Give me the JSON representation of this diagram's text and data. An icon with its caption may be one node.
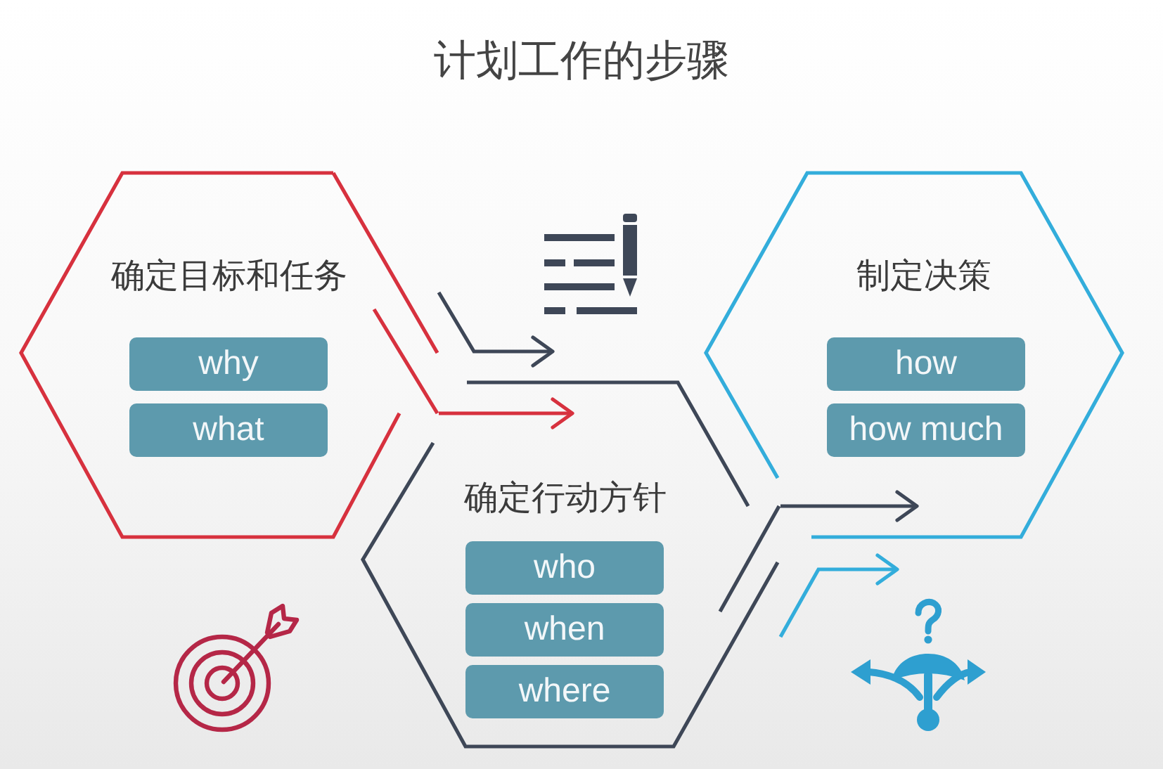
{
  "diagram": {
    "title": "计划工作的步骤",
    "nodes": [
      {
        "text": [
          "确定目标和任务"
        ]
      },
      {
        "text": [
          "why"
        ],
        "in": 0
      },
      {
        "text": [
          "what"
        ],
        "in": 0
      },
      {
        "text": [
          "确定行动方针"
        ]
      },
      {
        "text": [
          "who"
        ],
        "in": 3
      },
      {
        "text": [
          "when"
        ],
        "in": 3
      },
      {
        "text": [
          "where"
        ],
        "in": 3
      },
      {
        "text": [
          "制定决策"
        ]
      },
      {
        "text": [
          "how"
        ],
        "in": 7
      },
      {
        "text": [
          "how much"
        ],
        "in": 7
      }
    ],
    "edges": [
      {
        "from": 0,
        "to": 3,
        "arrow": "to",
        "color": "#d7313e"
      },
      {
        "from": 0,
        "to": 3,
        "arrow": "to"
      },
      {
        "from": 3,
        "to": 7,
        "arrow": "to"
      },
      {
        "from": 3,
        "to": 7,
        "arrow": "to",
        "color": "#33addb"
      }
    ]
  }
}
